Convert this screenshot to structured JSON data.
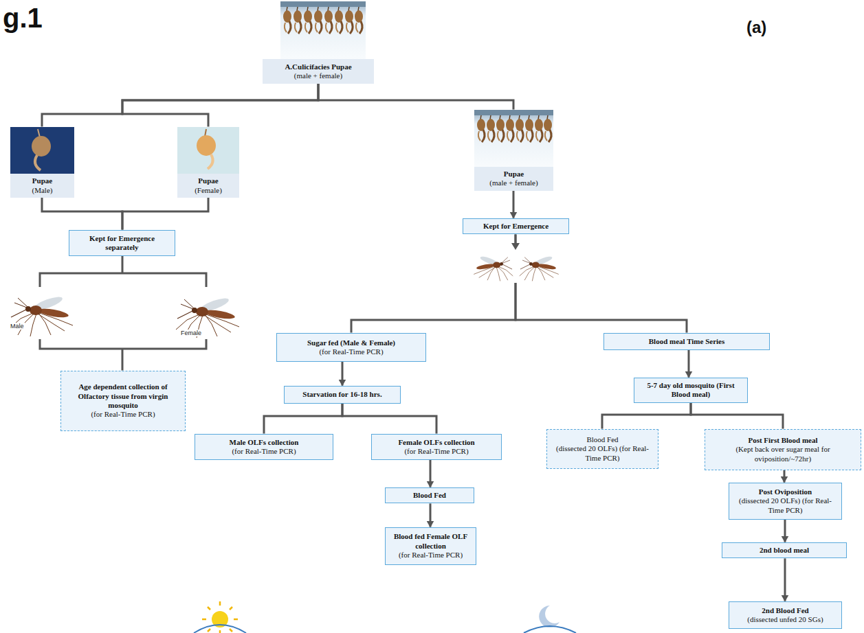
{
  "diagram": {
    "nodes": [
      {
        "text": [
          "A.Culicifacies Pupae",
          "(male + female)"
        ]
      },
      {
        "text": [
          "Pupae",
          "(Male)"
        ]
      },
      {
        "text": [
          "Pupae",
          "(Female)"
        ]
      },
      {
        "text": [
          "Pupae",
          "(male + female)"
        ]
      },
      {
        "text": [
          "Kept for Emergence separately"
        ]
      },
      {
        "text": [
          "Kept for Emergence"
        ]
      },
      {
        "text": [
          "Age dependent collection of Olfactory tissue from virgin mosquito",
          "(for Real-Time PCR)"
        ]
      },
      {
        "text": [
          "Sugar fed (Male & Female)",
          "(for Real-Time PCR)"
        ]
      },
      {
        "text": [
          "Blood meal Time Series"
        ]
      },
      {
        "text": [
          "Starvation for 16-18 hrs."
        ]
      },
      {
        "text": [
          "5-7 day old mosquito (First Blood meal)"
        ]
      },
      {
        "text": [
          "Male OLFs collection",
          "(for Real-Time PCR)"
        ]
      },
      {
        "text": [
          "Female OLFs collection",
          "(for Real-Time PCR)"
        ]
      },
      {
        "text": [
          "Blood Fed",
          "(dissected 20 OLFs) (for Real-Time PCR)"
        ]
      },
      {
        "text": [
          "Post First Blood meal",
          "(Kept back over sugar meal for oviposition/~72hr)"
        ]
      },
      {
        "text": [
          "Blood Fed"
        ]
      },
      {
        "text": [
          "Post Oviposition",
          "(dissected 20 OLFs) (for Real-Time PCR)"
        ]
      },
      {
        "text": [
          "Blood fed Female OLF collection",
          "(for Real-Time PCR)"
        ]
      },
      {
        "text": [
          "2nd blood meal"
        ]
      },
      {
        "text": [
          "2nd Blood Fed",
          "(dissected unfed 20 SGs)"
        ]
      }
    ],
    "edges": [
      {
        "from": 0,
        "to": 1,
        "arrow": "none"
      },
      {
        "from": 0,
        "to": 2,
        "arrow": "none"
      },
      {
        "from": 0,
        "to": 3,
        "arrow": "none"
      },
      {
        "from": 1,
        "to": 4,
        "arrow": "none"
      },
      {
        "from": 2,
        "to": 4,
        "arrow": "none"
      },
      {
        "from": 4,
        "to": 6,
        "arrow": "none"
      },
      {
        "from": 3,
        "to": 5,
        "arrow": "to"
      },
      {
        "from": 5,
        "to": 7,
        "arrow": "none"
      },
      {
        "from": 5,
        "to": 8,
        "arrow": "none"
      },
      {
        "from": 7,
        "to": 9,
        "arrow": "to"
      },
      {
        "from": 8,
        "to": 10,
        "arrow": "to"
      },
      {
        "from": 9,
        "to": 11,
        "arrow": "none"
      },
      {
        "from": 9,
        "to": 12,
        "arrow": "none"
      },
      {
        "from": 10,
        "to": 13,
        "arrow": "none"
      },
      {
        "from": 10,
        "to": 14,
        "arrow": "none"
      },
      {
        "from": 12,
        "to": 15,
        "arrow": "to"
      },
      {
        "from": 15,
        "to": 17,
        "arrow": "to"
      },
      {
        "from": 14,
        "to": 16,
        "arrow": "to"
      },
      {
        "from": 16,
        "to": 18,
        "arrow": "to"
      },
      {
        "from": 18,
        "to": 19,
        "arrow": "to"
      }
    ],
    "labels": [
      "g.1",
      "(a)",
      "Male",
      "Female"
    ]
  }
}
